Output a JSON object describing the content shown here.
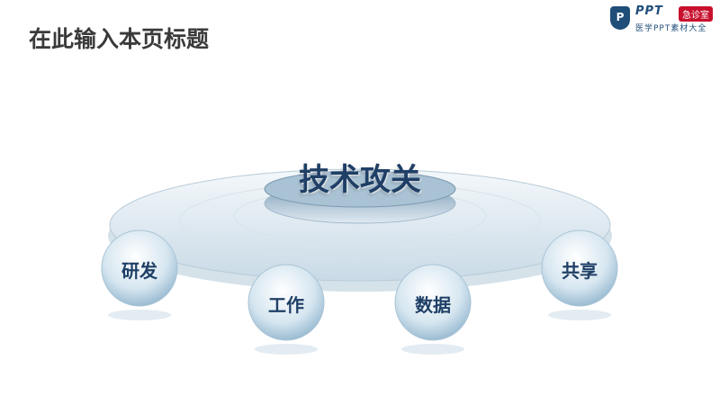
{
  "title": "在此输入本页标题",
  "logo": {
    "mark": "P",
    "name": "PPT",
    "badge": "急诊室",
    "subtitle": "医学PPT素材大全"
  },
  "center_label": "技术攻关",
  "nodes": [
    {
      "label": "研发"
    },
    {
      "label": "工作"
    },
    {
      "label": "数据"
    },
    {
      "label": "共享"
    }
  ]
}
